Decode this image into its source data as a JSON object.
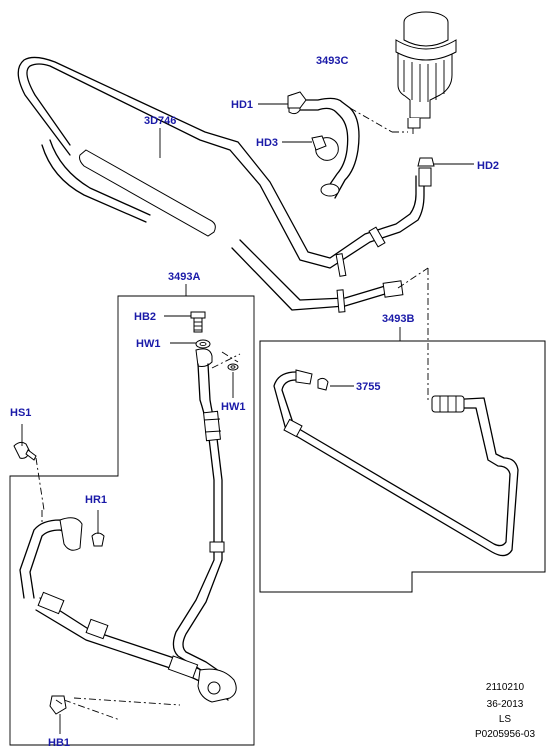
{
  "accent_color": "#1a1aa8",
  "callouts": {
    "reservoir_pipe": "3493C",
    "hd1": "HD1",
    "hd3": "HD3",
    "hd2": "HD2",
    "pipe_3d746": "3D746",
    "pipe_3493a": "3493A",
    "hb2": "HB2",
    "hw1_a": "HW1",
    "hw1_b": "HW1",
    "pipe_3493b": "3493B",
    "part_3755": "3755",
    "hs1": "HS1",
    "hr1": "HR1",
    "hb1": "HB1"
  },
  "footer": {
    "line1": "2110210",
    "line2": "36-2013",
    "line3": "LS",
    "line4": "P0205956-03"
  }
}
